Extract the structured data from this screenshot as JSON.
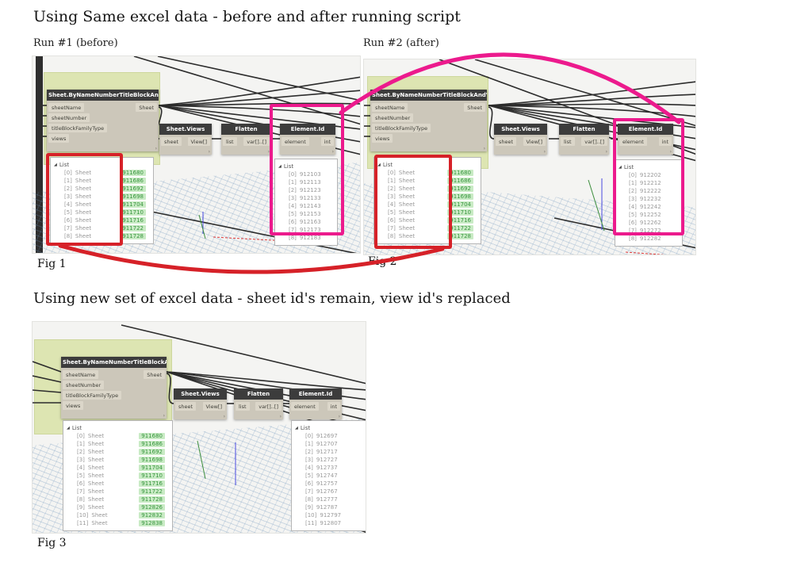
{
  "page": {
    "heading1": "Using Same excel data - before and after running script",
    "heading2": "Using new set of excel data - sheet id's remain, view id's replaced",
    "run1_label": "Run #1 (before)",
    "run2_label": "Run #2 (after)"
  },
  "ui": {
    "expander_icon": "◢",
    "node_corner_glyph": "›"
  },
  "colors": {
    "annotation_red": "#d62128",
    "annotation_magenta": "#ec1a8d",
    "group_green": "#dde5b2",
    "node_header_bg": "#3c3c3c",
    "node_body_bg": "#ccc7ba",
    "value_highlight_bg": "#c9ebc5",
    "value_highlight_text": "#39963f",
    "wire_color": "#2c2c2c",
    "axis_blue": "#4a4ae0",
    "axis_green": "#3f8f3f",
    "axis_red": "#e03a3a"
  },
  "figures": [
    {
      "caption": "Fig 1",
      "nodes": {
        "main": {
          "title": "Sheet.ByNameNumberTitleBlockAndViews",
          "inputs": [
            "sheetName",
            "sheetNumber",
            "titleBlockFamilyType",
            "views"
          ],
          "outputs": [
            "Sheet"
          ]
        },
        "views": {
          "title": "Sheet.Views",
          "inputs": [
            "sheet"
          ],
          "outputs": [
            "View[]"
          ]
        },
        "flatten": {
          "title": "Flatten",
          "inputs": [
            "list"
          ],
          "outputs": [
            "var[]..[]"
          ]
        },
        "element_id": {
          "title": "Element.Id",
          "inputs": [
            "element"
          ],
          "outputs": [
            "int"
          ]
        }
      },
      "sheet_list": {
        "label": "List",
        "rows": [
          [
            "[0]",
            "Sheet",
            "911680"
          ],
          [
            "[1]",
            "Sheet",
            "911686"
          ],
          [
            "[2]",
            "Sheet",
            "911692"
          ],
          [
            "[3]",
            "Sheet",
            "911698"
          ],
          [
            "[4]",
            "Sheet",
            "911704"
          ],
          [
            "[5]",
            "Sheet",
            "911710"
          ],
          [
            "[6]",
            "Sheet",
            "911716"
          ],
          [
            "[7]",
            "Sheet",
            "911722"
          ],
          [
            "[8]",
            "Sheet",
            "911728"
          ]
        ]
      },
      "id_list": {
        "label": "List",
        "rows": [
          [
            "[0]",
            "912103"
          ],
          [
            "[1]",
            "912113"
          ],
          [
            "[2]",
            "912123"
          ],
          [
            "[3]",
            "912133"
          ],
          [
            "[4]",
            "912143"
          ],
          [
            "[5]",
            "912153"
          ],
          [
            "[6]",
            "912163"
          ],
          [
            "[7]",
            "912173"
          ],
          [
            "[8]",
            "912183"
          ]
        ]
      }
    },
    {
      "caption": "Fig 2",
      "nodes": {
        "main": {
          "title": "Sheet.ByNameNumberTitleBlockAndViews",
          "inputs": [
            "sheetName",
            "sheetNumber",
            "titleBlockFamilyType",
            "views"
          ],
          "outputs": [
            "Sheet"
          ]
        },
        "views": {
          "title": "Sheet.Views",
          "inputs": [
            "sheet"
          ],
          "outputs": [
            "View[]"
          ]
        },
        "flatten": {
          "title": "Flatten",
          "inputs": [
            "list"
          ],
          "outputs": [
            "var[]..[]"
          ]
        },
        "element_id": {
          "title": "Element.Id",
          "inputs": [
            "element"
          ],
          "outputs": [
            "int"
          ]
        }
      },
      "sheet_list": {
        "label": "List",
        "rows": [
          [
            "[0]",
            "Sheet",
            "911680"
          ],
          [
            "[1]",
            "Sheet",
            "911686"
          ],
          [
            "[2]",
            "Sheet",
            "911692"
          ],
          [
            "[3]",
            "Sheet",
            "911698"
          ],
          [
            "[4]",
            "Sheet",
            "911704"
          ],
          [
            "[5]",
            "Sheet",
            "911710"
          ],
          [
            "[6]",
            "Sheet",
            "911716"
          ],
          [
            "[7]",
            "Sheet",
            "911722"
          ],
          [
            "[8]",
            "Sheet",
            "911728"
          ]
        ]
      },
      "id_list": {
        "label": "List",
        "rows": [
          [
            "[0]",
            "912202"
          ],
          [
            "[1]",
            "912212"
          ],
          [
            "[2]",
            "912222"
          ],
          [
            "[3]",
            "912232"
          ],
          [
            "[4]",
            "912242"
          ],
          [
            "[5]",
            "912252"
          ],
          [
            "[6]",
            "912262"
          ],
          [
            "[7]",
            "912272"
          ],
          [
            "[8]",
            "912282"
          ]
        ]
      }
    },
    {
      "caption": "Fig 3",
      "nodes": {
        "main": {
          "title": "Sheet.ByNameNumberTitleBlockAndViews",
          "inputs": [
            "sheetName",
            "sheetNumber",
            "titleBlockFamilyType",
            "views"
          ],
          "outputs": [
            "Sheet"
          ]
        },
        "views": {
          "title": "Sheet.Views",
          "inputs": [
            "sheet"
          ],
          "outputs": [
            "View[]"
          ]
        },
        "flatten": {
          "title": "Flatten",
          "inputs": [
            "list"
          ],
          "outputs": [
            "var[]..[]"
          ]
        },
        "element_id": {
          "title": "Element.Id",
          "inputs": [
            "element"
          ],
          "outputs": [
            "int"
          ]
        }
      },
      "sheet_list": {
        "label": "List",
        "rows": [
          [
            "[0]",
            "Sheet",
            "911680"
          ],
          [
            "[1]",
            "Sheet",
            "911686"
          ],
          [
            "[2]",
            "Sheet",
            "911692"
          ],
          [
            "[3]",
            "Sheet",
            "911698"
          ],
          [
            "[4]",
            "Sheet",
            "911704"
          ],
          [
            "[5]",
            "Sheet",
            "911710"
          ],
          [
            "[6]",
            "Sheet",
            "911716"
          ],
          [
            "[7]",
            "Sheet",
            "911722"
          ],
          [
            "[8]",
            "Sheet",
            "911728"
          ],
          [
            "[9]",
            "Sheet",
            "912826"
          ],
          [
            "[10]",
            "Sheet",
            "912832"
          ],
          [
            "[11]",
            "Sheet",
            "912838"
          ]
        ]
      },
      "id_list": {
        "label": "List",
        "rows": [
          [
            "[0]",
            "912697"
          ],
          [
            "[1]",
            "912707"
          ],
          [
            "[2]",
            "912717"
          ],
          [
            "[3]",
            "912727"
          ],
          [
            "[4]",
            "912737"
          ],
          [
            "[5]",
            "912747"
          ],
          [
            "[6]",
            "912757"
          ],
          [
            "[7]",
            "912767"
          ],
          [
            "[8]",
            "912777"
          ],
          [
            "[9]",
            "912787"
          ],
          [
            "[10]",
            "912797"
          ],
          [
            "[11]",
            "912807"
          ]
        ]
      }
    }
  ]
}
